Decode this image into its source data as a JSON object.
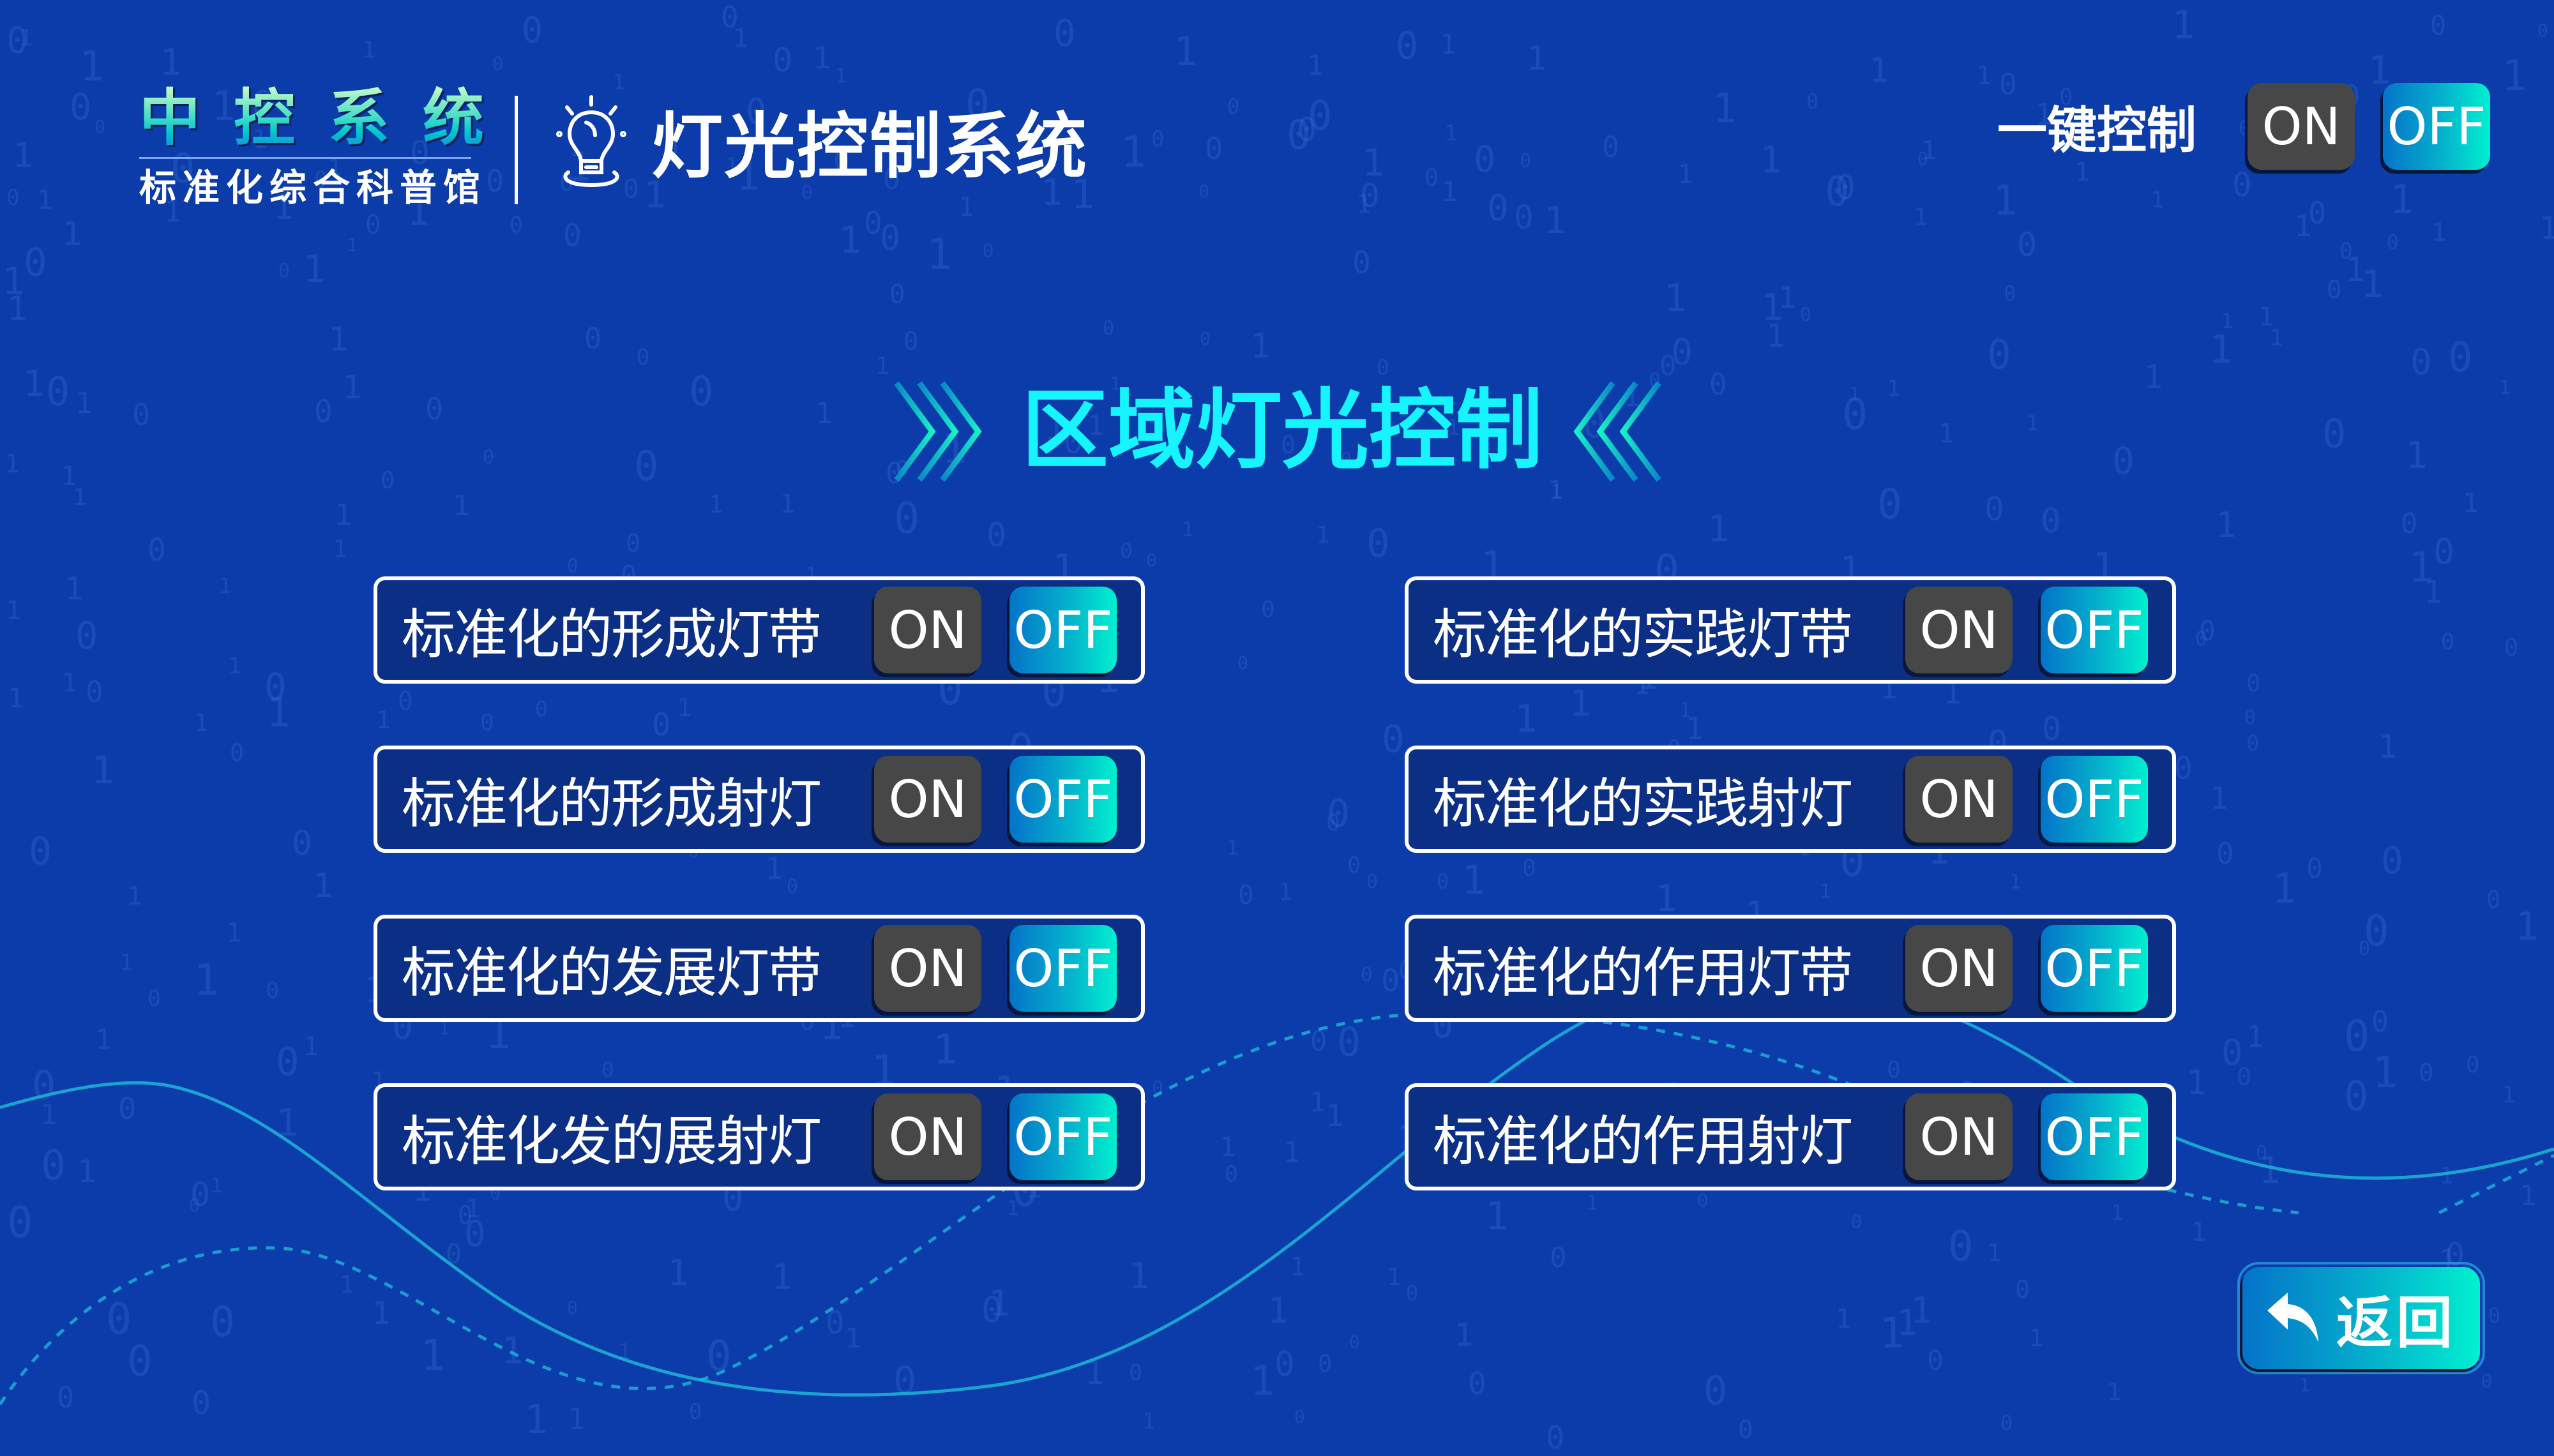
{
  "header": {
    "logo_main": "中控系统",
    "logo_sub": "标准化综合科普馆",
    "system_title": "灯光控制系统",
    "system_icon": "light-bulb-icon",
    "master_control": {
      "label": "一键控制",
      "on_label": "ON",
      "off_label": "OFF"
    }
  },
  "section": {
    "title": "区域灯光控制",
    "left_icon": "chevrons-right-icon",
    "right_icon": "chevrons-left-icon"
  },
  "zones": [
    {
      "label": "标准化的形成灯带",
      "on_label": "ON",
      "off_label": "OFF"
    },
    {
      "label": "标准化的实践灯带",
      "on_label": "ON",
      "off_label": "OFF"
    },
    {
      "label": "标准化的形成射灯",
      "on_label": "ON",
      "off_label": "OFF"
    },
    {
      "label": "标准化的实践射灯",
      "on_label": "ON",
      "off_label": "OFF"
    },
    {
      "label": "标准化的发展灯带",
      "on_label": "ON",
      "off_label": "OFF"
    },
    {
      "label": "标准化的作用灯带",
      "on_label": "ON",
      "off_label": "OFF"
    },
    {
      "label": "标准化发的展射灯",
      "on_label": "ON",
      "off_label": "OFF"
    },
    {
      "label": "标准化的作用射灯",
      "on_label": "ON",
      "off_label": "OFF"
    }
  ],
  "back_button": {
    "label": "返回",
    "icon": "reply-arrow-icon"
  },
  "colors": {
    "background": "#0b3ca9",
    "card_background": "#0c2f86",
    "on_button": "#474747",
    "off_gradient_start": "#0473c9",
    "off_gradient_end": "#00f0d0",
    "section_title": "#16f4ff"
  }
}
